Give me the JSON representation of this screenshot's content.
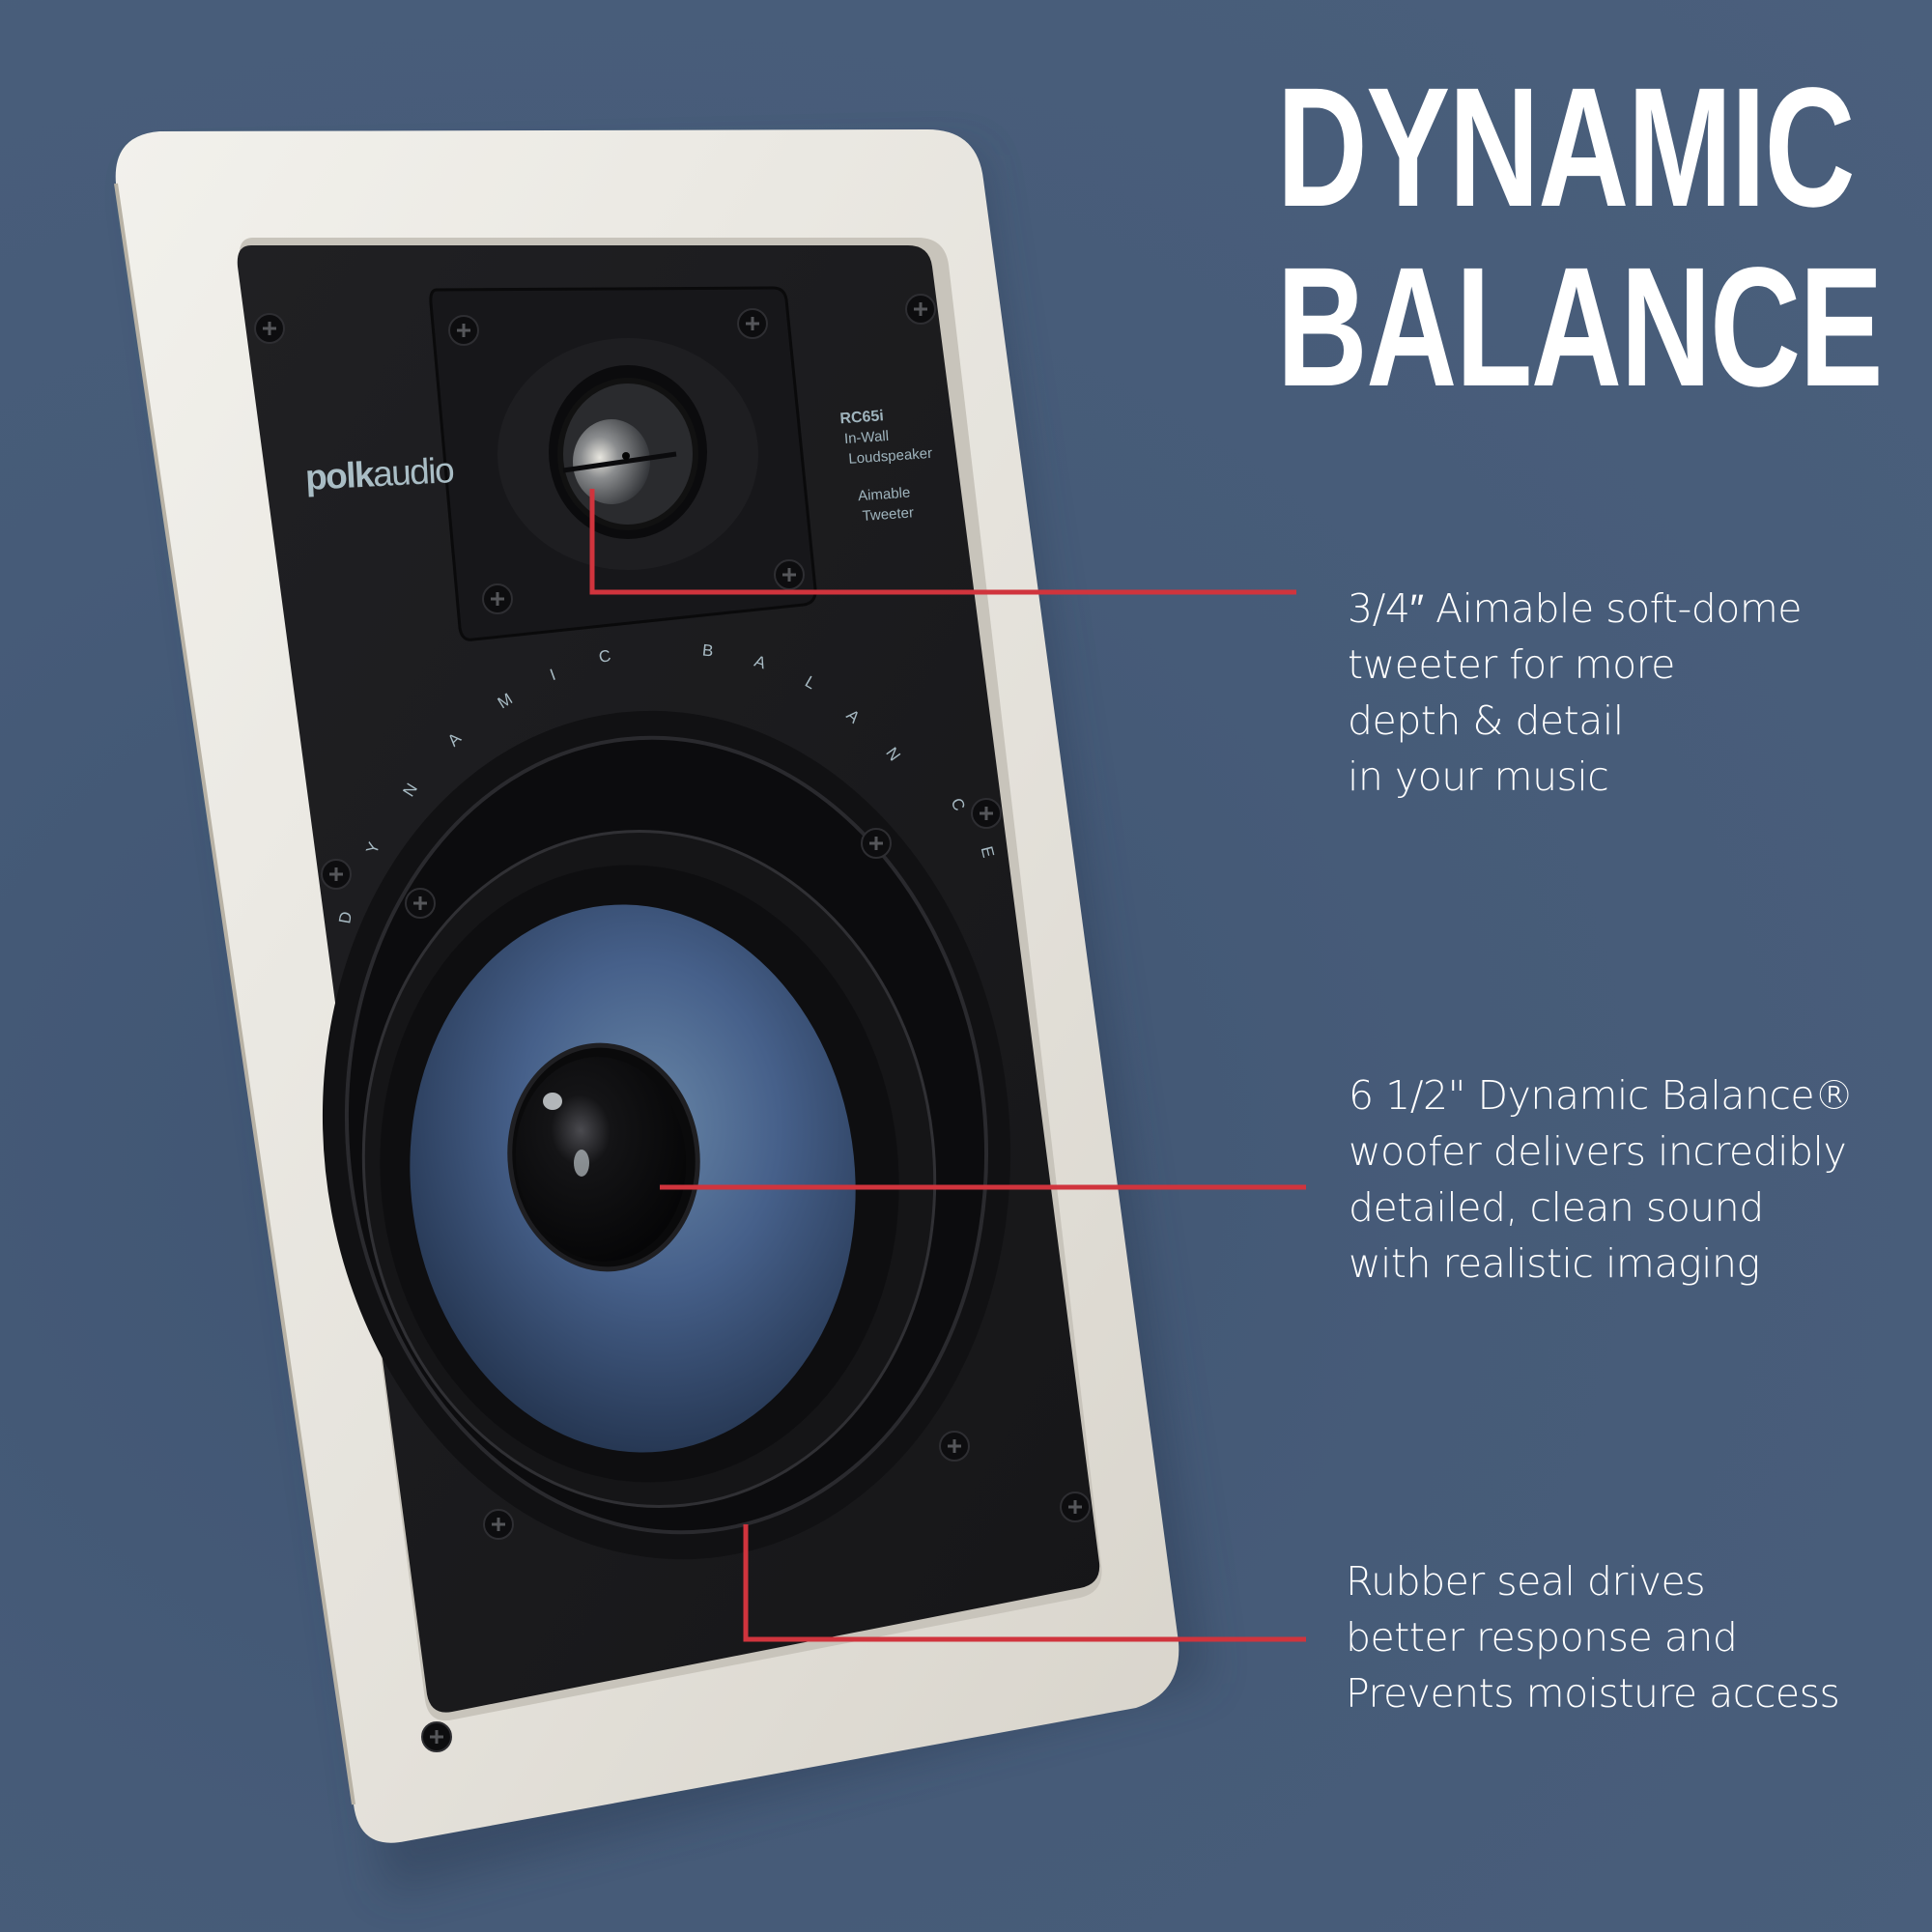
{
  "headline": {
    "line1": "DYNAMIC",
    "line2": "BALANCE"
  },
  "callouts": [
    {
      "id": "tweeter",
      "lines": [
        "3/4″ Aimable soft-dome",
        "tweeter  for more",
        "depth & detail",
        "in your music"
      ]
    },
    {
      "id": "woofer",
      "lines": [
        "6 1/2\" Dynamic Balance®",
        "woofer delivers incredibly",
        "detailed, clean sound",
        "with realistic imaging"
      ]
    },
    {
      "id": "rubber-seal",
      "lines": [
        "Rubber seal drives",
        "better response and",
        "Prevents moisture access"
      ]
    }
  ],
  "product": {
    "brand_bold": "polk",
    "brand_light": "audio",
    "model": "RC65i",
    "type_line1": "In-Wall",
    "type_line2": "Loudspeaker",
    "feature_line1": "Aimable",
    "feature_line2": "Tweeter",
    "arc_text": [
      "D",
      "Y",
      "N",
      "A",
      "M",
      "I",
      "C",
      "B",
      "A",
      "L",
      "A",
      "N",
      "C",
      "E"
    ]
  },
  "colors": {
    "background": "#465b78",
    "frame": "#e6e3dc",
    "baffle": "#1c1c1f",
    "cone": "#3f5577",
    "callout_line": "#d0343d",
    "text": "#ffffff",
    "print": "#a8bcc4"
  }
}
